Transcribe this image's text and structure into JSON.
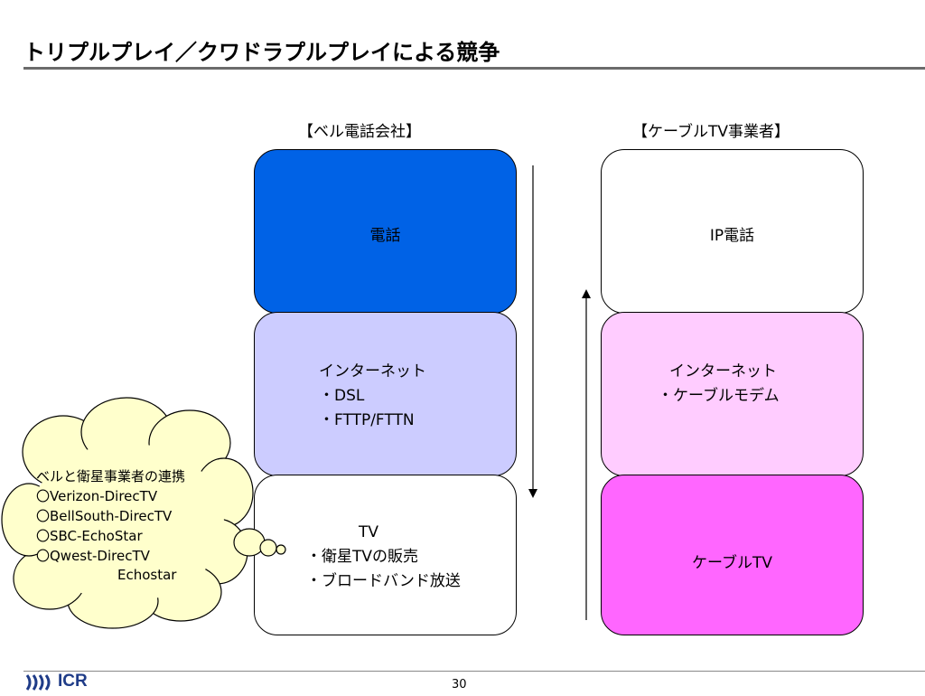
{
  "slide": {
    "title": "トリプルプレイ／クワドラプルプレイによる競争",
    "page_number": "30"
  },
  "bell": {
    "heading": "【ベル電話会社】",
    "phone": {
      "label": "電話",
      "color": "#0062e6"
    },
    "internet": {
      "title": "インターネット",
      "item1": "・DSL",
      "item2": "・FTTP/FTTN",
      "color": "#ccccff"
    },
    "tv": {
      "title": "TV",
      "item1": "・衛星TVの販売",
      "item2": "・ブロードバンド放送",
      "color": "#ffffff"
    }
  },
  "cable": {
    "heading": "【ケーブルTV事業者】",
    "phone": {
      "label": "IP電話",
      "color": "#ffffff"
    },
    "internet": {
      "title": "インターネット",
      "item1": "・ケーブルモデム",
      "color": "#ffccff"
    },
    "tv": {
      "label": "ケーブルTV",
      "color": "#ff66ff"
    }
  },
  "cloud": {
    "line1": "ベルと衛星事業者の連携",
    "line2": "〇Verizon-DirecTV",
    "line3": "〇BellSouth-DirecTV",
    "line4": "〇SBC-EchoStar",
    "line5": "〇Qwest-DirecTV",
    "line6": "Echostar",
    "color": "#ffffcc"
  },
  "logo": {
    "text": "ICR",
    "icon": "icr-wave-logo-icon",
    "color": "#1f3c88"
  }
}
